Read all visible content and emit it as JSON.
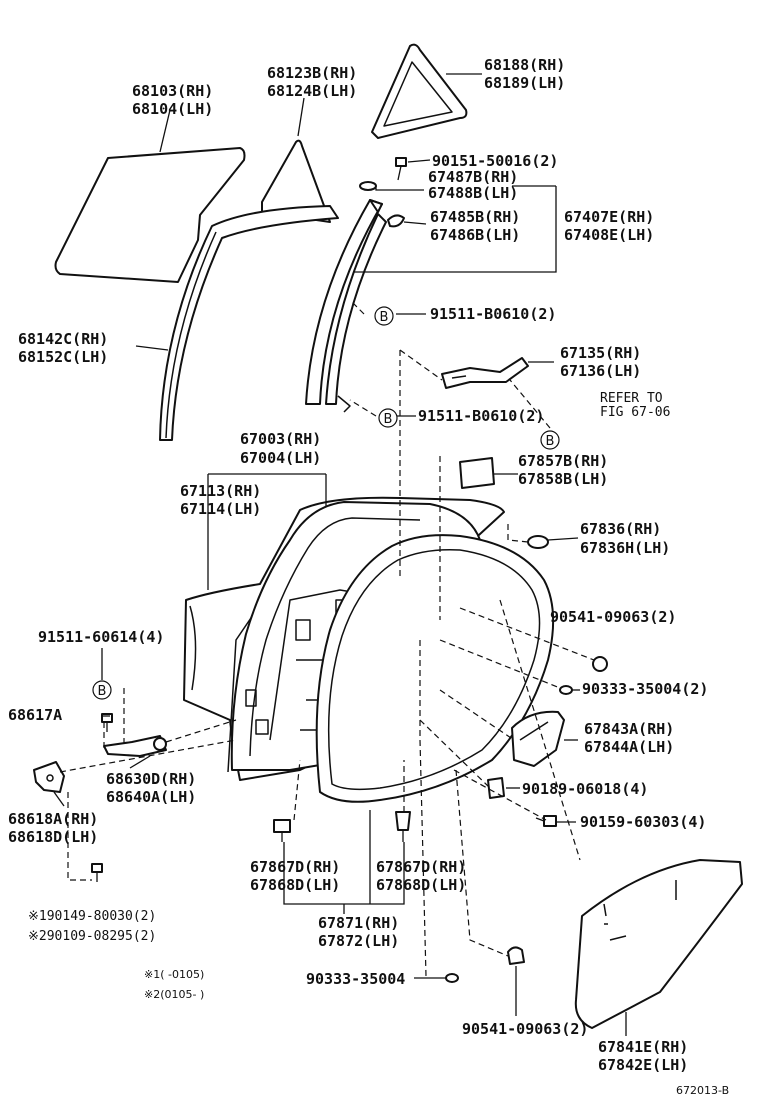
{
  "labels": {
    "p68103": "68103(RH)",
    "p68104": "68104(LH)",
    "p68123": "68123B(RH)",
    "p68124": "68124B(LH)",
    "p68188": "68188(RH)",
    "p68189": "68189(LH)",
    "p90151": "90151-50016(2)",
    "p67487": "67487B(RH)",
    "p67488": "67488B(LH)",
    "p67485": "67485B(RH)",
    "p67486": "67486B(LH)",
    "p67407": "67407E(RH)",
    "p67408": "67408E(LH)",
    "p68142": "68142C(RH)",
    "p68152": "68152C(LH)",
    "p91511a": "91511-B0610(2)",
    "p67135": "67135(RH)",
    "p67136": "67136(LH)",
    "p91511b": "91511-B0610(2)",
    "refer1": "REFER TO",
    "refer2": "FIG 67-06",
    "p67003": "67003(RH)",
    "p67004": "67004(LH)",
    "p67857": "67857B(RH)",
    "p67858": "67858B(LH)",
    "p67113": "67113(RH)",
    "p67114": "67114(LH)",
    "p67836": "67836(RH)",
    "p67836h": "67836H(LH)",
    "p91511c": "91511-60614(4)",
    "p90541a": "90541-09063(2)",
    "p90333a": "90333-35004(2)",
    "p68617": "68617A",
    "p67843": "67843A(RH)",
    "p67844": "67844A(LH)",
    "p68630": "68630D(RH)",
    "p68640": "68640A(LH)",
    "p90189": "90189-06018(4)",
    "p68618a": "68618A(RH)",
    "p68618d": "68618D(LH)",
    "p90159": "90159-60303(4)",
    "p67867a": "67867D(RH)",
    "p67868a": "67868D(LH)",
    "p67867b": "67867D(RH)",
    "p67868b": "67868D(LH)",
    "p90149": "※190149-80030(2)",
    "p90109": "※290109-08295(2)",
    "p67871": "67871(RH)",
    "p67872": "67872(LH)",
    "note1": "※1(    -0105)",
    "note2": "※2(0105-     )",
    "p90333b": "90333-35004",
    "p90541b": "90541-09063(2)",
    "p67841": "67841E(RH)",
    "p67842": "67842E(LH)",
    "figcode": "672013-B"
  },
  "markers": {
    "b": "B"
  }
}
